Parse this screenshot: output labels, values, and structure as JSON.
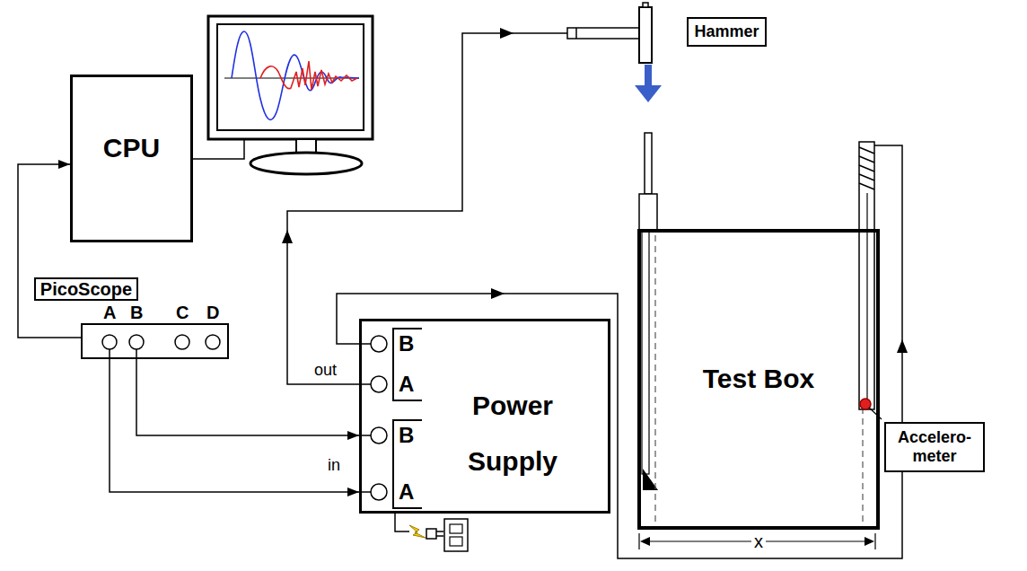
{
  "diagram": {
    "nodes": [
      {
        "text": [
          "CPU"
        ]
      },
      {
        "text": [
          "Hammer"
        ]
      },
      {
        "text": [
          "PicoScope"
        ]
      },
      {
        "text": [
          "Power Supply"
        ]
      },
      {
        "text": [
          "Test Box"
        ]
      },
      {
        "text": [
          "Accelero- meter"
        ]
      }
    ],
    "edges": [
      {
        "from": 2,
        "to": 0,
        "arrow": "to"
      },
      {
        "from": 2,
        "to": 3,
        "arrow": "to"
      },
      {
        "from": 2,
        "to": 3,
        "arrow": "to"
      }
    ],
    "labels": [
      "A",
      "B",
      "C",
      "D",
      "out",
      "B",
      "A",
      "in",
      "B",
      "A",
      "x"
    ]
  }
}
